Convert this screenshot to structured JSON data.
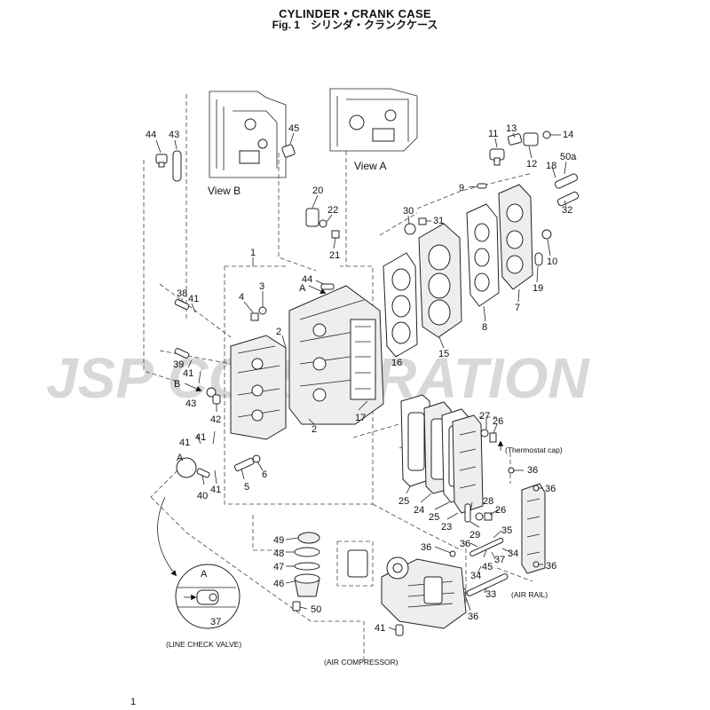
{
  "header": {
    "title": "CYLINDER・CRANK CASE",
    "fig_label": "Fig. 1",
    "fig_title_jp": "シリンダ・クランクケース"
  },
  "watermark": "JSP CORPORATION",
  "page_number": "1",
  "views": {
    "view_a": "View A",
    "view_b": "View B"
  },
  "notes": {
    "thermostat": "(Thermostat cap)",
    "air_rail": "(AIR RAIL)",
    "line_check_valve": "(LINE CHECK VALVE)",
    "air_compressor": "(AIR COMPRESSOR)"
  },
  "arrows": {
    "a": "A",
    "b": "B",
    "inset_a": "A",
    "detail_a": "A"
  },
  "callouts": {
    "c44a": "44",
    "c43a": "43",
    "c45": "45",
    "c20": "20",
    "c22": "22",
    "c21": "21",
    "c30": "30",
    "c31": "31",
    "c11": "11",
    "c13": "13",
    "c12": "12",
    "c14": "14",
    "c18": "18",
    "c50a": "50a",
    "c9": "9",
    "c32": "32",
    "c10": "10",
    "c19": "19",
    "c7": "7",
    "c8": "8",
    "c15": "15",
    "c16": "16",
    "c1": "1",
    "c3": "3",
    "c4": "4",
    "c44b": "44",
    "c38": "38",
    "c41a": "41",
    "c2a": "2",
    "c2b": "2",
    "c39": "39",
    "c41b": "41",
    "c43b": "43",
    "c42": "42",
    "c17": "17",
    "c41c": "41",
    "c41d": "41",
    "c6": "6",
    "c5": "5",
    "c41e": "41",
    "c40": "40",
    "c27": "27",
    "c26a": "26",
    "c36a": "36",
    "c36b": "36",
    "c25a": "25",
    "c24": "24",
    "c25b": "25",
    "c23": "23",
    "c28": "28",
    "c26b": "26",
    "c29": "29",
    "c35": "35",
    "c36c": "36",
    "c36d": "36",
    "c34a": "34",
    "c45b": "45",
    "c37": "37",
    "c34b": "34",
    "c36e": "36",
    "c33": "33",
    "c36f": "36",
    "c49": "49",
    "c48": "48",
    "c47": "47",
    "c46": "46",
    "c50": "50",
    "c37b": "37",
    "c41f": "41"
  }
}
